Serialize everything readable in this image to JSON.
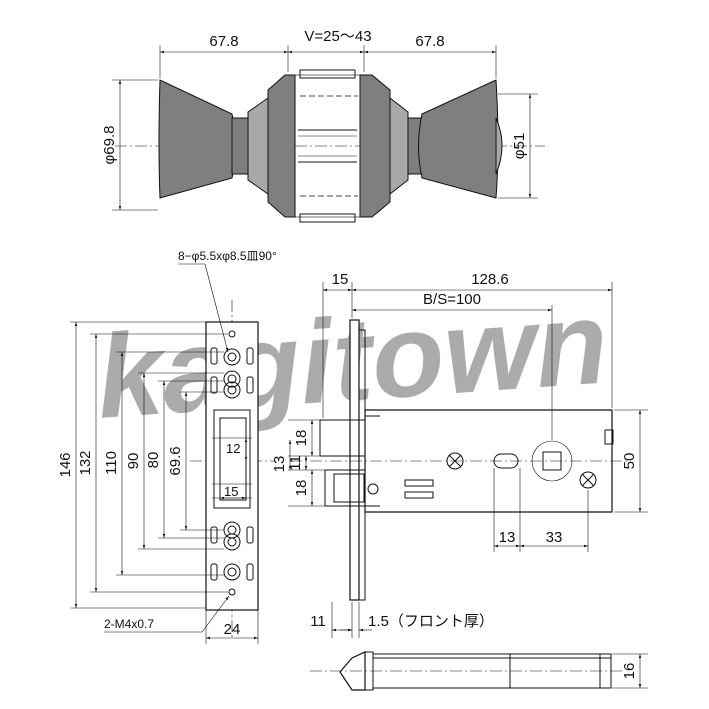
{
  "watermark": "kagitown",
  "top_view": {
    "left_knob_length": "67.8",
    "right_knob_length": "67.8",
    "door_thickness": "V=25～43",
    "knob_diameter": "φ69.8",
    "rose_diameter": "φ51"
  },
  "front_view": {
    "screw_holes_note": "8−φ5.5xφ8.5皿90°",
    "mount_thread_note": "2-M4x0.7",
    "overall_height": "146",
    "height_132": "132",
    "height_110": "110",
    "height_90": "90",
    "height_80": "80",
    "height_69_6": "69.6",
    "window_height": "12",
    "window_width": "15",
    "plate_width": "24"
  },
  "side_view": {
    "face_offset": "15",
    "total_length": "128.6",
    "backset": "B/S=100",
    "latch_upper": "18",
    "latch_mid_a": "13",
    "latch_mid_b": "11",
    "latch_lower": "18",
    "case_height": "50",
    "hub_offset": "13",
    "hub_to_screw": "33",
    "face_depth": "11",
    "front_thickness": "1.5（フロント厚）"
  },
  "bottom_view": {
    "case_thickness": "16"
  }
}
